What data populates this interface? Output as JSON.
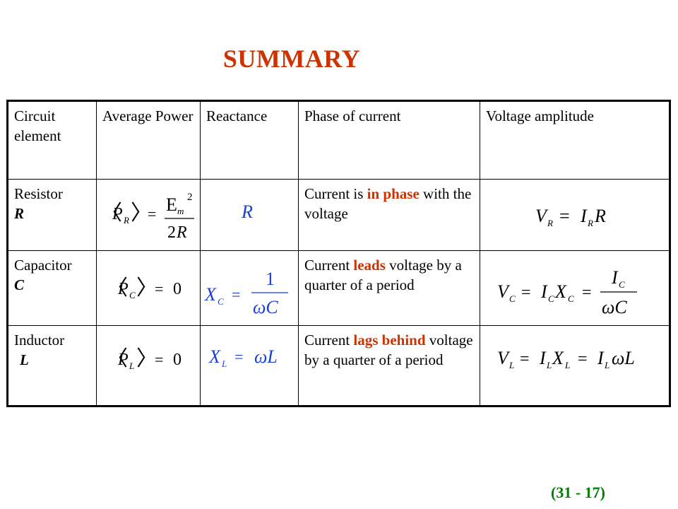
{
  "title": "SUMMARY",
  "headers": [
    "Circuit element",
    "Average Power",
    "Reactance",
    "Phase of current",
    "Voltage amplitude"
  ],
  "rows": [
    {
      "element": "Resistor",
      "symbol": "R",
      "phase_pre": "Current is ",
      "phase_hl": "in phase",
      "phase_post": " with the voltage"
    },
    {
      "element": "Capacitor",
      "symbol": "C",
      "phase_pre": "Current ",
      "phase_hl": "leads",
      "phase_post": " voltage by a quarter of a period"
    },
    {
      "element": "Inductor",
      "symbol": "L",
      "phase_pre": "Current ",
      "phase_hl": "lags behind",
      "phase_post": " voltage by a quarter of a period"
    }
  ],
  "page_number": "(31 - 17)",
  "colors": {
    "title": "#cc3300",
    "highlight": "#cc3300",
    "page_number": "#008000"
  }
}
